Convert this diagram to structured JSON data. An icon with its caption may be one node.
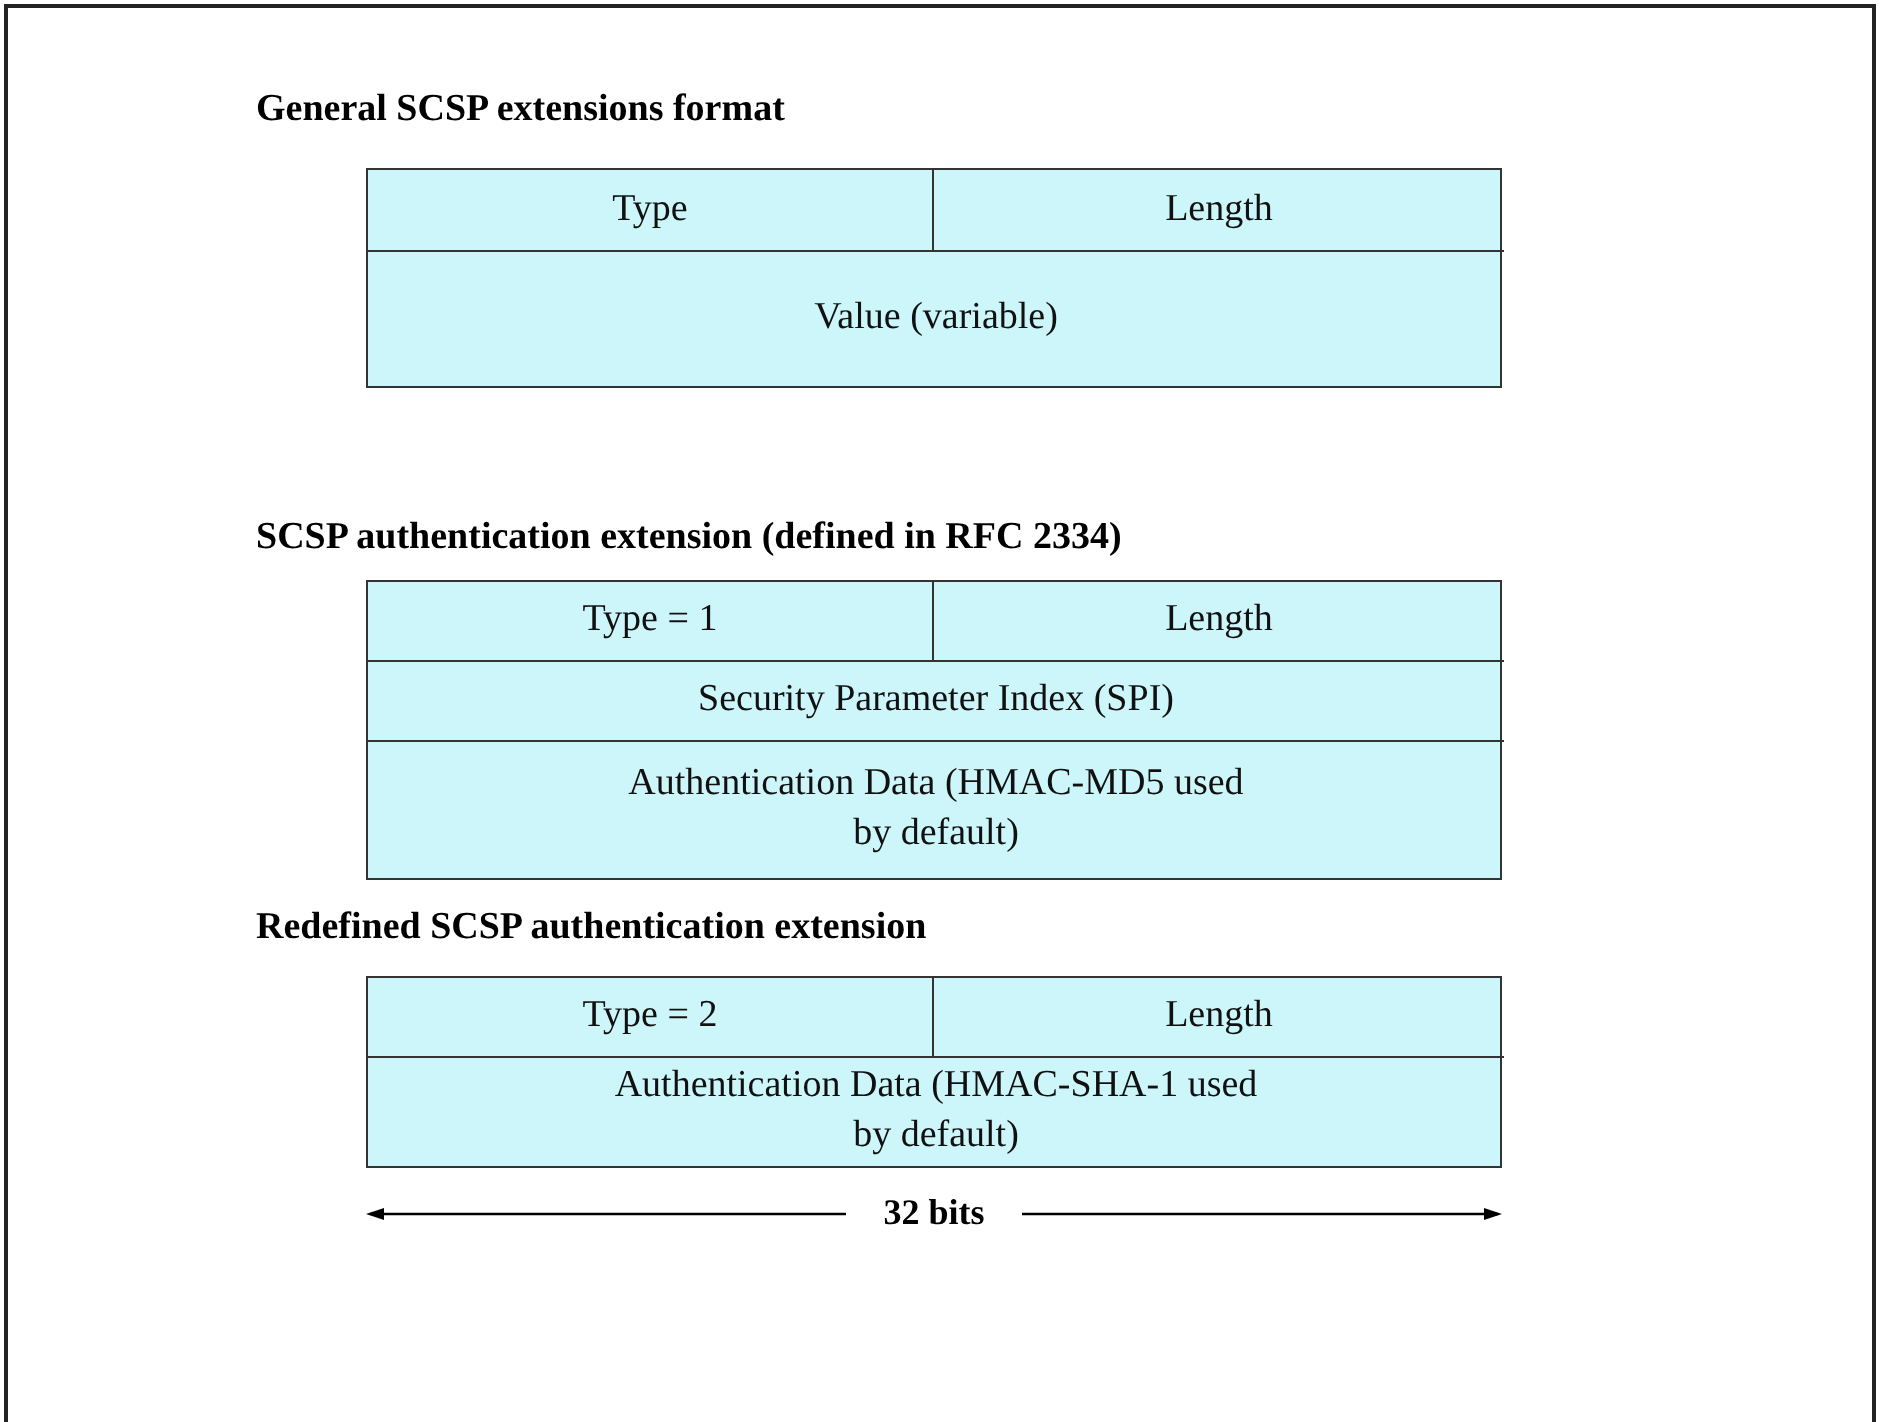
{
  "diagram": {
    "nodes": [
      {
        "text": [
          "General SCSP extensions format"
        ]
      },
      {
        "text": [
          "Type"
        ],
        "in": 0
      },
      {
        "text": [
          "Length"
        ],
        "in": 0
      },
      {
        "text": [
          "Value (variable)"
        ],
        "in": 0
      },
      {
        "text": [
          "SCSP authentication extension (defined in RFC 2334)"
        ]
      },
      {
        "text": [
          "Type = 1"
        ],
        "in": 4
      },
      {
        "text": [
          "Length"
        ],
        "in": 4
      },
      {
        "text": [
          "Security Parameter Index (SPI)"
        ],
        "in": 4
      },
      {
        "text": [
          "Authentication Data (HMAC-MD5 used by default)"
        ],
        "in": 4
      },
      {
        "text": [
          "Redefined SCSP authentication extension"
        ]
      },
      {
        "text": [
          "Type = 2"
        ],
        "in": 9
      },
      {
        "text": [
          "Length"
        ],
        "in": 9
      },
      {
        "text": [
          "Authentication Data (HMAC-SHA-1 used by default)"
        ],
        "in": 9
      }
    ],
    "labels": [
      "32 bits"
    ]
  }
}
